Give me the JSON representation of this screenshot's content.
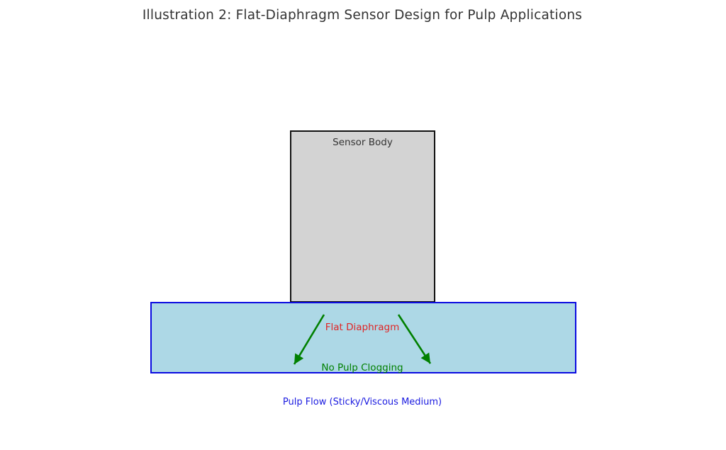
{
  "title": "Illustration 2: Flat-Diaphragm Sensor Design for Pulp Applications",
  "diagram": {
    "sensor_body": {
      "label": "Sensor Body"
    },
    "diaphragm": {
      "label": "Flat Diaphragm"
    },
    "arrows": {
      "annotation": "No Pulp Clogging",
      "direction": "diverging-downward"
    },
    "flow_caption": "Pulp Flow (Sticky/Viscous Medium)"
  },
  "colors": {
    "title_text": "#333333",
    "sensor_fill": "#d3d3d3",
    "sensor_border": "#111111",
    "medium_fill": "#add8e6",
    "medium_border": "#0a0ae0",
    "diaphragm_label": "#e02525",
    "arrow": "#008000",
    "flow_caption": "#1a1ae0"
  }
}
